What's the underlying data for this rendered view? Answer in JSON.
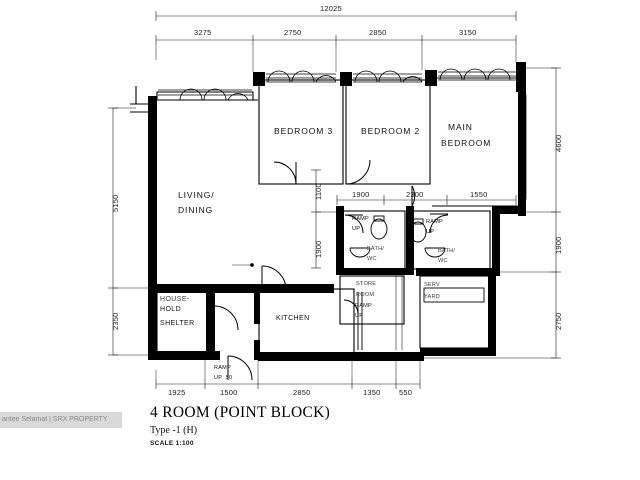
{
  "document": {
    "type": "architectural-floor-plan",
    "title": "4 ROOM (POINT BLOCK)",
    "subtitle": "Type -1 (H)",
    "scale": "SCALE  1:100"
  },
  "watermark": {
    "text": "antee Selamat | SRX PROPERTY"
  },
  "rooms": [
    {
      "id": "bedroom-3",
      "label": "BEDROOM 3"
    },
    {
      "id": "bedroom-2",
      "label": "BEDROOM 2"
    },
    {
      "id": "main-bedroom",
      "line1": "MAIN",
      "line2": "BEDROOM"
    },
    {
      "id": "living-dining",
      "line1": "LIVING/",
      "line2": "DINING"
    },
    {
      "id": "household-shelter",
      "line1": "HOUSE-",
      "line2": "HOLD",
      "line3": "SHELTER"
    },
    {
      "id": "kitchen",
      "label": "KITCHEN"
    },
    {
      "id": "bath-wc-1",
      "line1": "BATH/",
      "line2": "WC"
    },
    {
      "id": "bath-wc-2",
      "line1": "BATH/",
      "line2": "WC"
    },
    {
      "id": "store-room",
      "line1": "STORE",
      "line2": "ROOM"
    },
    {
      "id": "service-yard",
      "line1": "SERV",
      "line2": "YARD"
    }
  ],
  "annotations": [
    {
      "id": "ramp-up-bath-1",
      "line1": "RAMP",
      "line2": "UP"
    },
    {
      "id": "ramp-up-bath-2",
      "line1": "RAMP",
      "line2": "UP"
    },
    {
      "id": "ramp-up-store",
      "line1": "RAMP",
      "line2": "UP"
    },
    {
      "id": "ramp-up-entry",
      "line1": "RAMP",
      "line2": "UP  50"
    }
  ],
  "dimensions": {
    "top_overall": "12025",
    "top_segments": [
      "3275",
      "2750",
      "2850",
      "3150"
    ],
    "bottom_segments": [
      "1925",
      "1500",
      "2850",
      "1350",
      "550"
    ],
    "middle_segments": [
      "1900",
      "2300",
      "1550"
    ],
    "left": [
      "5150",
      "2350"
    ],
    "right": [
      "4600",
      "1900",
      "2750"
    ],
    "interior_vertical": [
      "1100",
      "1900"
    ]
  },
  "colors": {
    "wall": "#000000",
    "line": "#1a1a1a",
    "paper": "#ffffff",
    "watermark_bg": "#d9d9d9"
  }
}
